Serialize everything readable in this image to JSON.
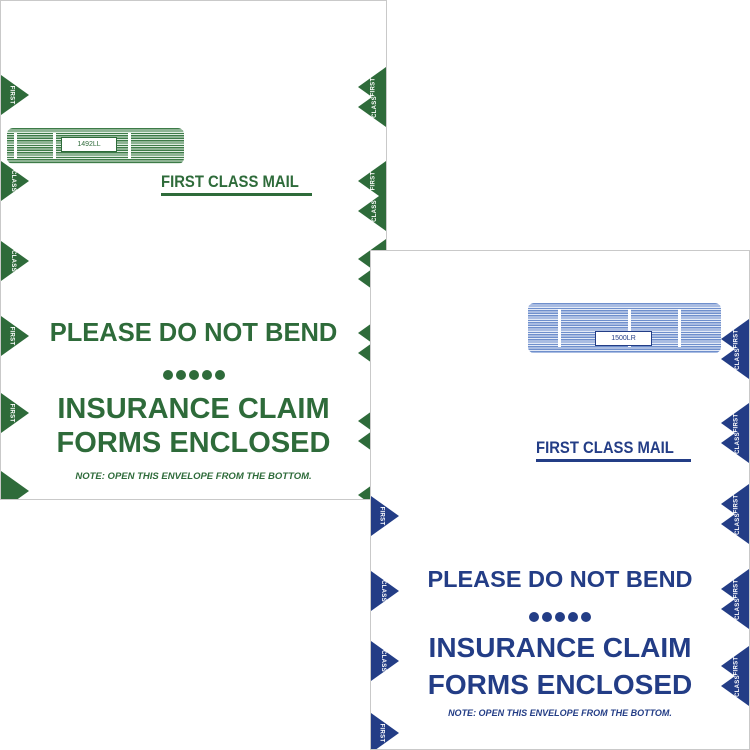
{
  "colors": {
    "green": "#2e6b3a",
    "blue": "#233d86",
    "window_green": "#3d7b48",
    "window_blue": "#6f8fcc"
  },
  "green_envelope": {
    "window_label": "1492LL",
    "first_class": "FIRST CLASS MAIL",
    "headline": "PLEASE DO NOT BEND",
    "claim_line1": "INSURANCE CLAIM",
    "claim_line2": "FORMS ENCLOSED",
    "note": "NOTE: OPEN THIS ENVELOPE FROM THE BOTTOM.",
    "marker_texts": [
      "FIRST",
      "CLASS"
    ]
  },
  "blue_envelope": {
    "window_label": "1500LR",
    "first_class": "FIRST CLASS MAIL",
    "headline": "PLEASE DO NOT BEND",
    "claim_line1": "INSURANCE CLAIM",
    "claim_line2": "FORMS ENCLOSED",
    "note": "NOTE: OPEN THIS ENVELOPE FROM THE BOTTOM.",
    "marker_texts": [
      "FIRST",
      "CLASS"
    ]
  }
}
